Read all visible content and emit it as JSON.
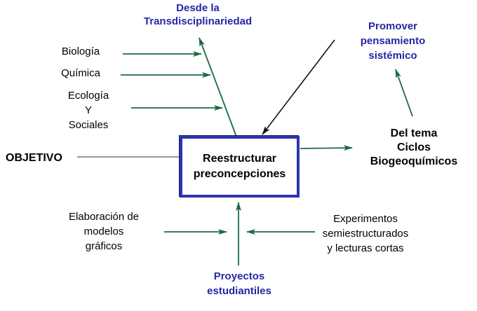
{
  "colors": {
    "blue_text": "#2626a5",
    "green_arrow": "#1b6b40",
    "black_line": "#111111",
    "box_border": "#2b35b2",
    "gray_line": "#9a9a9a"
  },
  "diagram": {
    "title_top": "Desde la\nTransdisciplinariedad",
    "promote": "Promover\npensamiento\nsistémico",
    "left_items": [
      "Biología",
      "Química",
      "Ecología\nY\nSociales"
    ],
    "objetivo": "OBJETIVO",
    "center_box": "Reestructurar\npreconcepciones",
    "topic": "Del tema\nCiclos\nBiogeoquímicos",
    "models": "Elaboración de\nmodelos\ngráficos",
    "experiments": "Experimentos\nsemiestructurados\ny lecturas cortas",
    "projects": "Proyectos\nestudiantiles"
  }
}
